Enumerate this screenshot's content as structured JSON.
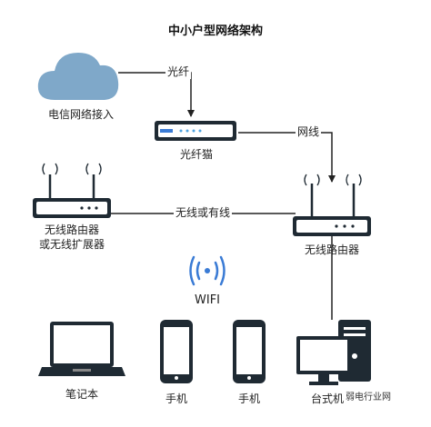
{
  "title": "中小户型网络架构",
  "nodes": {
    "internet": "电信网络接入",
    "modem": "光纤猫",
    "router_main": "无线路由器",
    "router_ext": [
      "无线路由器",
      "或无线扩展器"
    ],
    "wifi": "WIFI",
    "laptop": "笔记本",
    "phone1": "手机",
    "phone2": "手机",
    "desktop": "台式机"
  },
  "edges": {
    "fiber": "光纤",
    "cable": "网线",
    "wired_or_wireless": "无线或有线"
  },
  "watermark": "弱电行业网",
  "colors": {
    "cloud": "#7fa8c9",
    "device_dark": "#1f2a33",
    "line": "#222222",
    "modem_accent": "#3a7bd5",
    "led": "#4ea3e0"
  }
}
